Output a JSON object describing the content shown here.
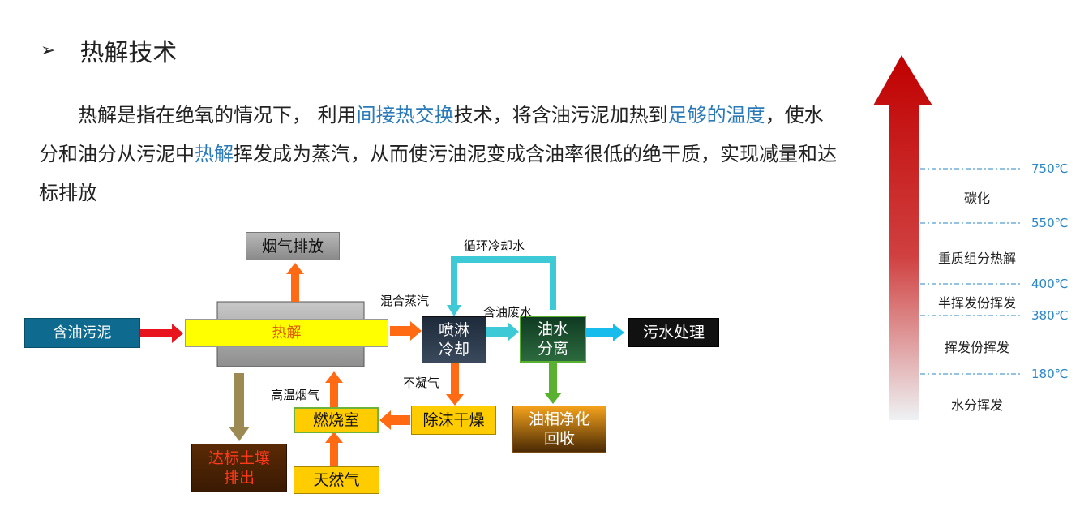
{
  "heading": {
    "bullet": "➢",
    "title": "热解技术"
  },
  "paragraph": {
    "p1": "热解是指在绝氧的情况下， 利用",
    "h1": "间接热交换",
    "p2": "技术，将含油污泥加热到",
    "h2": "足够的温度",
    "p3": "，使水分和油分从污泥中",
    "h3": "热解",
    "p4": "挥发成为蒸汽，从而使污油泥变成含油率很低的绝干质，实现减量和达标排放"
  },
  "flow": {
    "boxes": {
      "sludge": "含油污泥",
      "pyrolysis": "热解",
      "flue": "烟气排放",
      "spray_1": "喷淋",
      "spray_2": "冷却",
      "separate_1": "油水",
      "separate_2": "分离",
      "wastewater": "污水处理",
      "oil_1": "油相净化",
      "oil_2": "回收",
      "demist": "除沫干燥",
      "combustion": "燃烧室",
      "gas": "天然气",
      "soil_1": "达标土壤",
      "soil_2": "排出"
    },
    "labels": {
      "cooling_water": "循环冷却水",
      "mixed_steam": "混合蒸汽",
      "oily_water": "含油废水",
      "noncondensable": "不凝气",
      "hot_flue": "高温烟气"
    }
  },
  "scale": {
    "stages": [
      "碳化",
      "重质组分热解",
      "半挥发份挥发",
      "挥发份挥发",
      "水分挥发"
    ],
    "temps": [
      "750℃",
      "550℃",
      "400℃",
      "380℃",
      "180℃"
    ]
  },
  "colors": {
    "sludge_fill": "#0e6a8e",
    "pyrolysis_fill": "#ffff00",
    "pyrolysis_text": "#e05a00",
    "arrow_orange": "#ff6a13",
    "arrow_red": "#e8141e",
    "cooling_water": "#3ec9d6",
    "arrow_green": "#5ab030",
    "arrow_khaki": "#9c8a52",
    "arrow_cyan": "#18bcec",
    "scale_red": "#c00000",
    "temp_blue": "#2a86c4"
  }
}
